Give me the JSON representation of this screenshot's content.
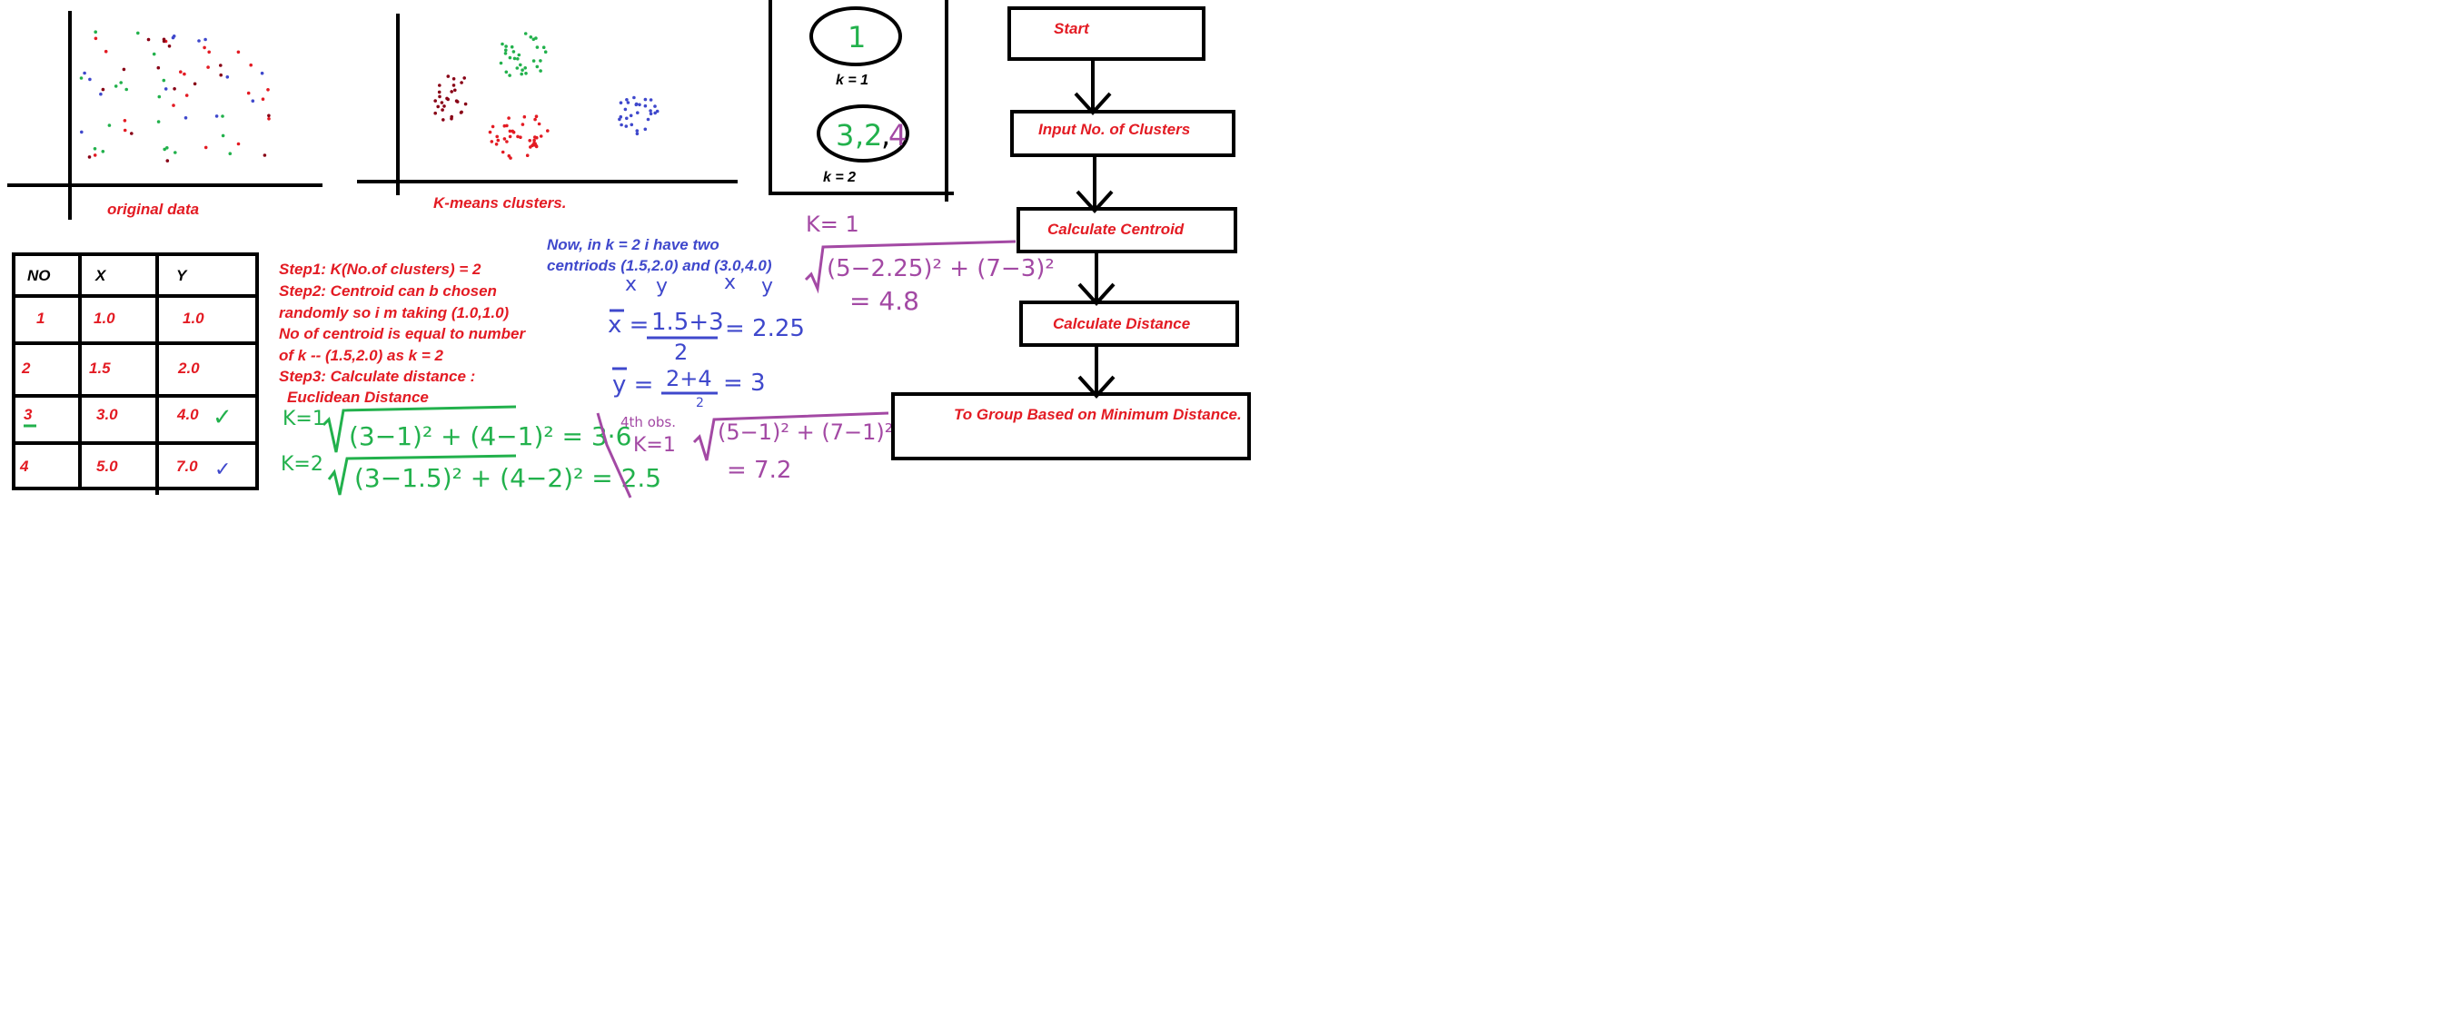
{
  "colors": {
    "red": "#e31b23",
    "blue": "#3f48cc",
    "green": "#22b14c",
    "purple": "#a349a4",
    "maroon": "#880015",
    "black": "#000000"
  },
  "plots": {
    "original_caption": "original data",
    "kmeans_caption": "K-means clusters."
  },
  "cluster_box": {
    "k1_value": "1",
    "k1_label": "k = 1",
    "k2_values": [
      "3",
      ",",
      "2",
      ",",
      "4"
    ],
    "k2_label": "k = 2"
  },
  "table": {
    "headers": [
      "NO",
      "X",
      "Y"
    ],
    "rows": [
      [
        "1",
        "1.0",
        "1.0"
      ],
      [
        "2",
        "1.5",
        "2.0"
      ],
      [
        "3",
        "3.0",
        "4.0"
      ],
      [
        "4",
        "5.0",
        "7.0"
      ]
    ],
    "checkmark_icon": "✓"
  },
  "steps": [
    "Step1: K(No.of clusters) = 2",
    "Step2: Centroid can b chosen",
    "randomly so i m taking (1.0,1.0)",
    "No of centroid is equal to number",
    "of k -- (1.5,2.0) as k = 2",
    "Step3: Calculate distance :",
    "Euclidean Distance"
  ],
  "green_math": {
    "k1_label": "K=1",
    "k1_expr": "(3−1)² + (4−1)² = 3·6",
    "k2_label": "K=2",
    "k2_expr": "(3−1.5)² + (4−2)² = 2.5"
  },
  "blue_notes": {
    "line1": "Now, in k = 2 i have two",
    "line2": "centriods (1.5,2.0) and (3.0,4.0)",
    "xy_header_x1": "x",
    "xy_header_y1": "y",
    "xy_header_x2": "x",
    "xy_header_y2": "y",
    "xbar_lhs": "x =",
    "xbar_num": "1.5+3",
    "xbar_den": "2",
    "xbar_result": "= 2.25",
    "ybar_lhs": "y =",
    "ybar_num": "2+4",
    "ybar_den": "2",
    "ybar_result": "= 3"
  },
  "purple_math": {
    "top_label": "K= 1",
    "top_expr": "(5−2.25)² + (7−3)²",
    "top_result": "= 4.8",
    "obs_label": "4th obs.",
    "bottom_label": "K=1",
    "bottom_expr": "(5−1)² + (7−1)²",
    "bottom_result": "= 7.2"
  },
  "flowchart": {
    "start": "Start",
    "input": "Input No. of Clusters",
    "centroid": "Calculate Centroid",
    "distance": "Calculate Distance",
    "group": "To Group Based on Minimum Distance."
  }
}
